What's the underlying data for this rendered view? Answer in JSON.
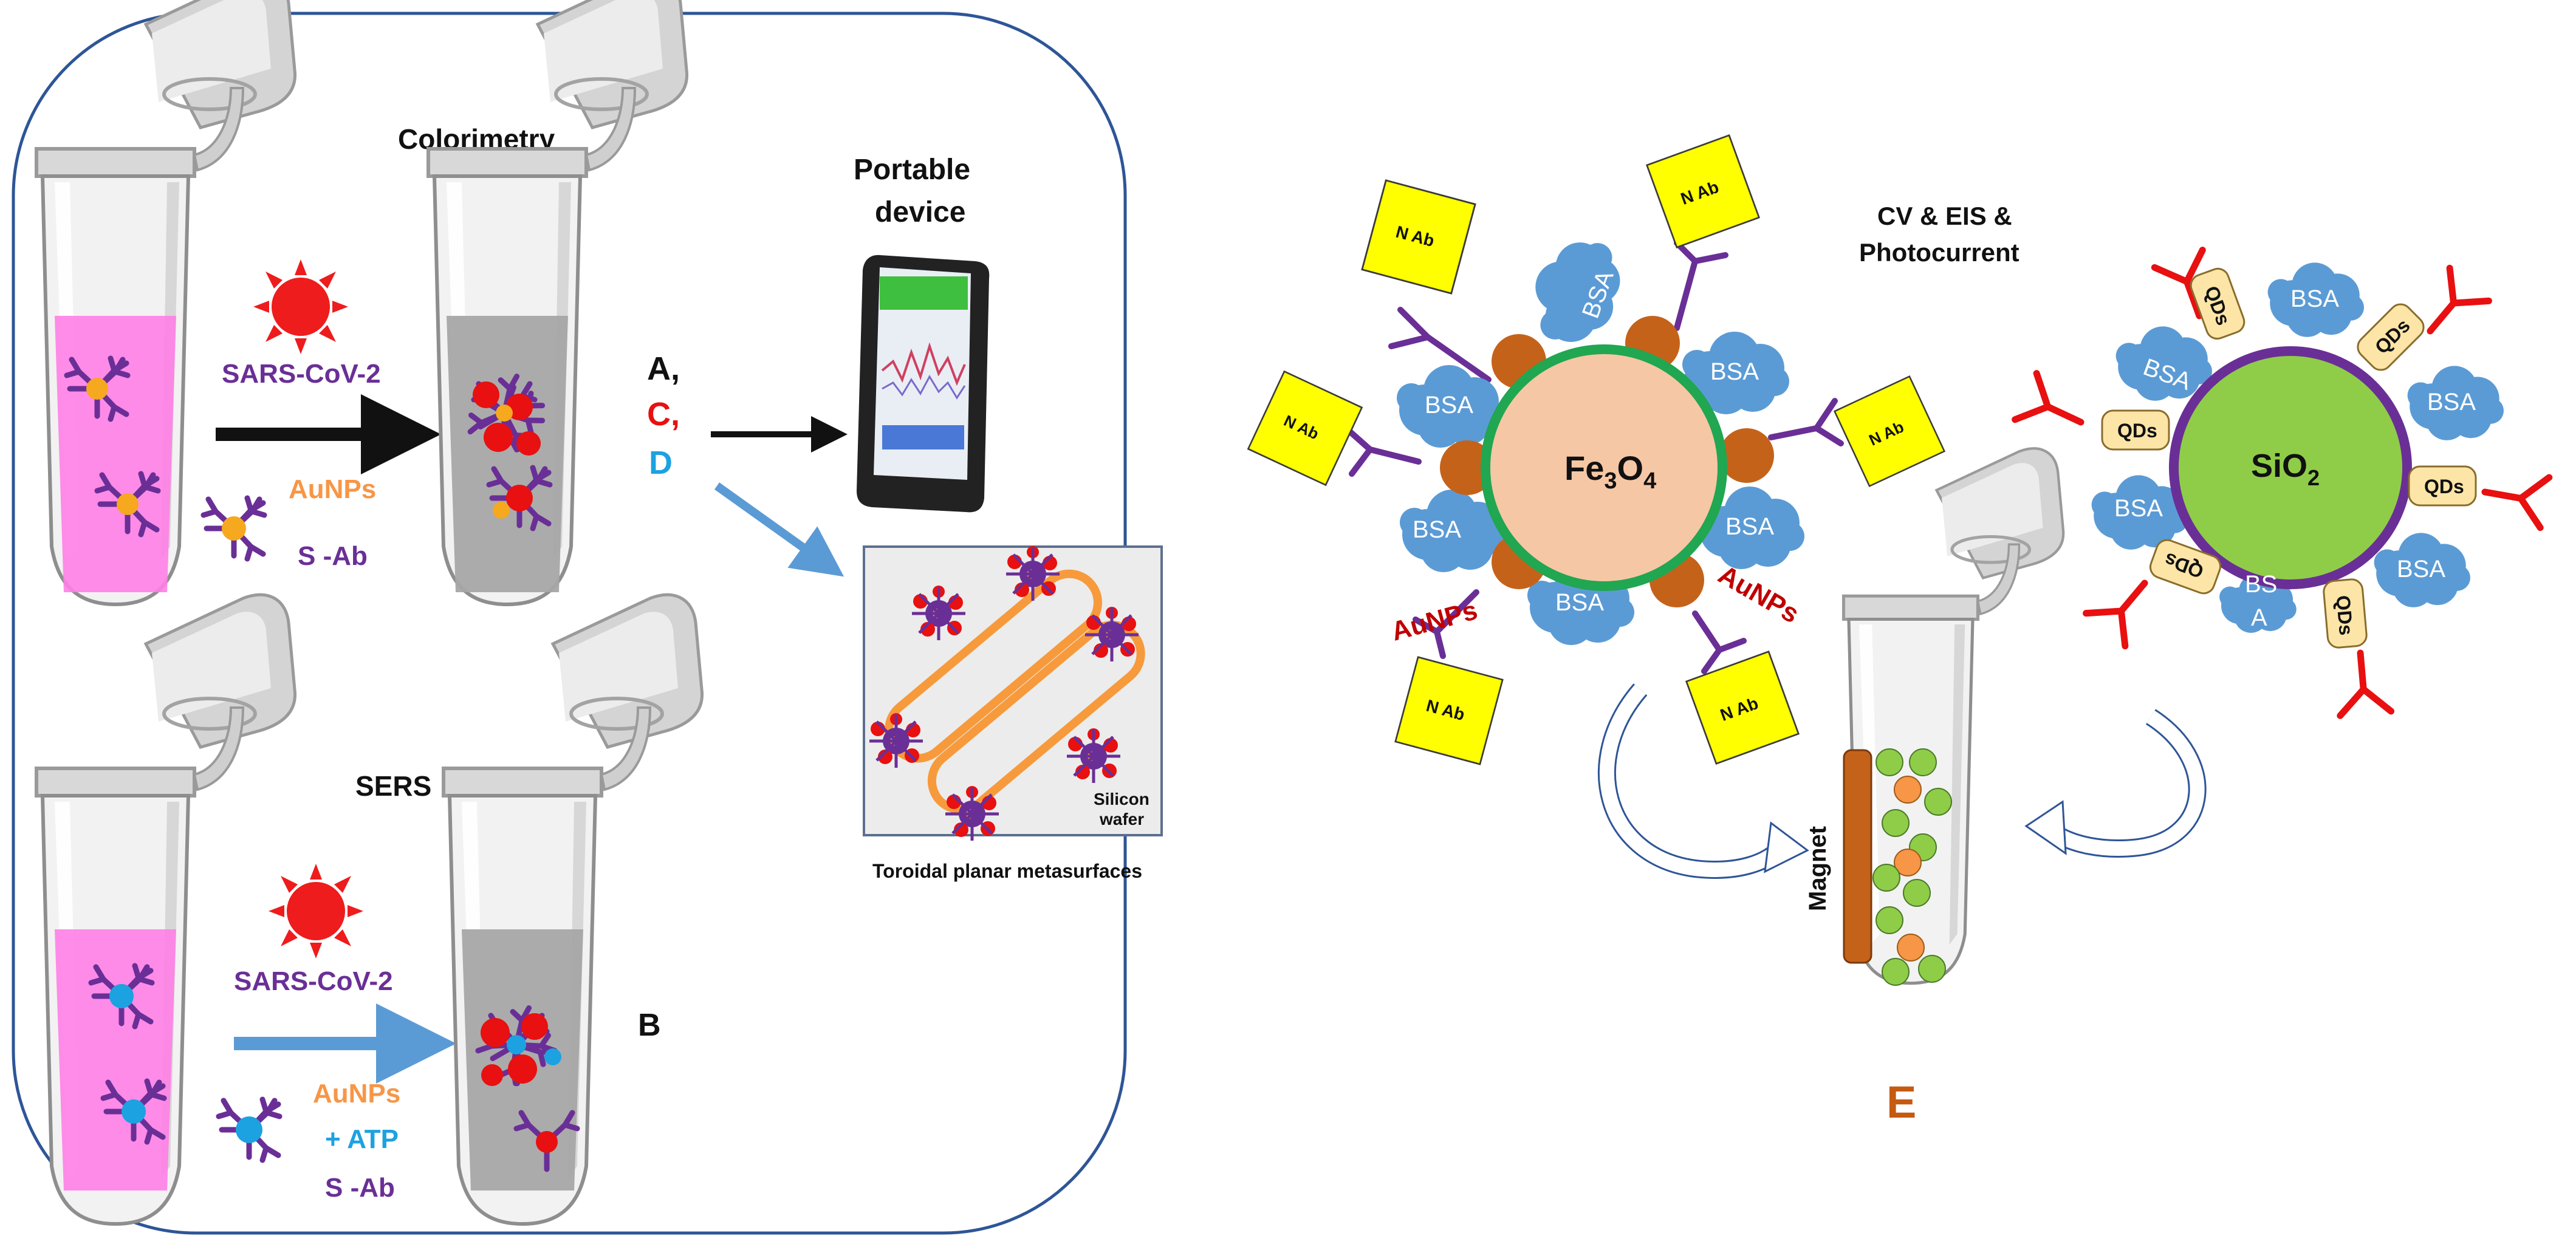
{
  "left_panel": {
    "colorimetry": {
      "title": "Colorimetry",
      "virus_label": "SARS-CoV-2",
      "aunps_label": "AuNPs",
      "sab_label": "S -Ab"
    },
    "sers": {
      "title": "SERS",
      "virus_label": "SARS-CoV-2",
      "aunps_label": "AuNPs",
      "atp_label": "+ ATP",
      "sab_label": "S -Ab"
    },
    "letter_b": "B"
  },
  "middle": {
    "letter_a": "A,",
    "letter_c": "C,",
    "letter_d": "D",
    "portable_line1": "Portable",
    "portable_line2": "device",
    "silicon_line1": "Silicon",
    "silicon_line2": "wafer",
    "metasurface_caption": "Toroidal planar metasurfaces"
  },
  "right": {
    "fe3o4_main": "Fe",
    "fe3o4_sub1": "3",
    "fe3o4_o": "O",
    "fe3o4_sub2": "4",
    "bsa": "BSA",
    "bsa_split_1": "BS",
    "bsa_split_2": "A",
    "aunps": "AuNPs",
    "nab": "N Ab",
    "cv_line1": "CV & EIS &",
    "cv_line2": "Photocurrent",
    "sio2_main": "SiO",
    "sio2_sub": "2",
    "qds": "QDs",
    "magnet": "Magnet",
    "letter_e": "E"
  },
  "colors": {
    "purple": "#6a2f96",
    "orange_text": "#f79646",
    "red": "#e81010",
    "blue_text": "#1ca2e0",
    "bsa_blue": "#5b9bd5",
    "au_brown": "#c5621a",
    "fe_fill": "#f6c7a5",
    "green_shell": "#21a651",
    "sio2_green": "#8fcd48",
    "qd_fill": "#fde5a7",
    "nab_yellow": "#ffff00",
    "magnet_brown": "#c5621a",
    "e_orange": "#c55a11"
  }
}
